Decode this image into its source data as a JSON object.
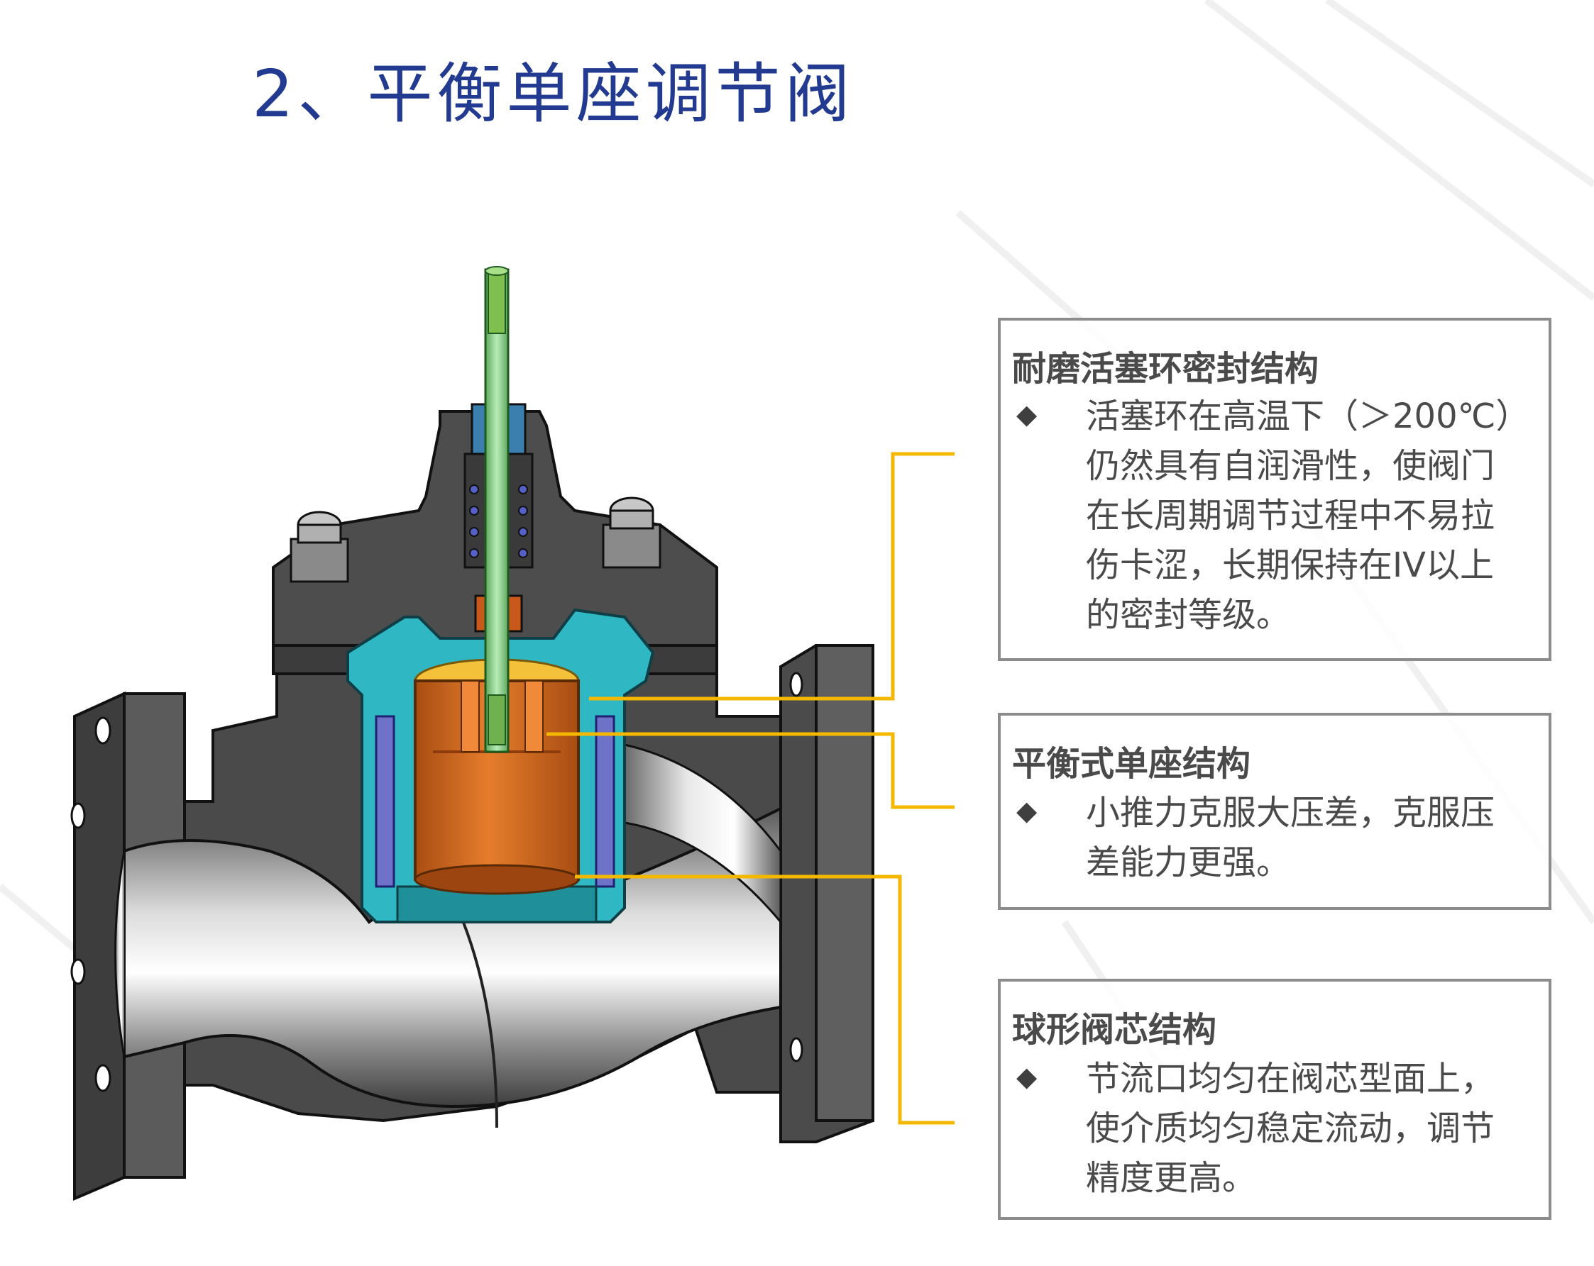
{
  "page": {
    "title": "2、平衡单座调节阀"
  },
  "colors": {
    "title": "#223a8f",
    "callout_line": "#f5b800",
    "box_border": "#8c8c8c",
    "body_dark": "#454545",
    "stem": "#8fd18f",
    "cage": "#2fb8c4",
    "plug": "#d86a1c",
    "seat_ring": "#f4c23a",
    "guide": "#6f72c9"
  },
  "boxes": [
    {
      "title": "耐磨活塞环密封结构",
      "bullet": "◆",
      "lines": [
        "活塞环在高温下（＞200℃）",
        "仍然具有自润滑性，使阀门",
        "在长周期调节过程中不易拉",
        "伤卡涩，长期保持在IV以上",
        "的密封等级。"
      ]
    },
    {
      "title": "平衡式单座结构",
      "bullet": "◆",
      "lines": [
        "小推力克服大压差，克服压",
        "差能力更强。"
      ]
    },
    {
      "title": "球形阀芯结构",
      "bullet": "◆",
      "lines": [
        "节流口均匀在阀芯型面上，",
        "使介质均匀稳定流动，调节",
        "精度更高。"
      ]
    }
  ]
}
